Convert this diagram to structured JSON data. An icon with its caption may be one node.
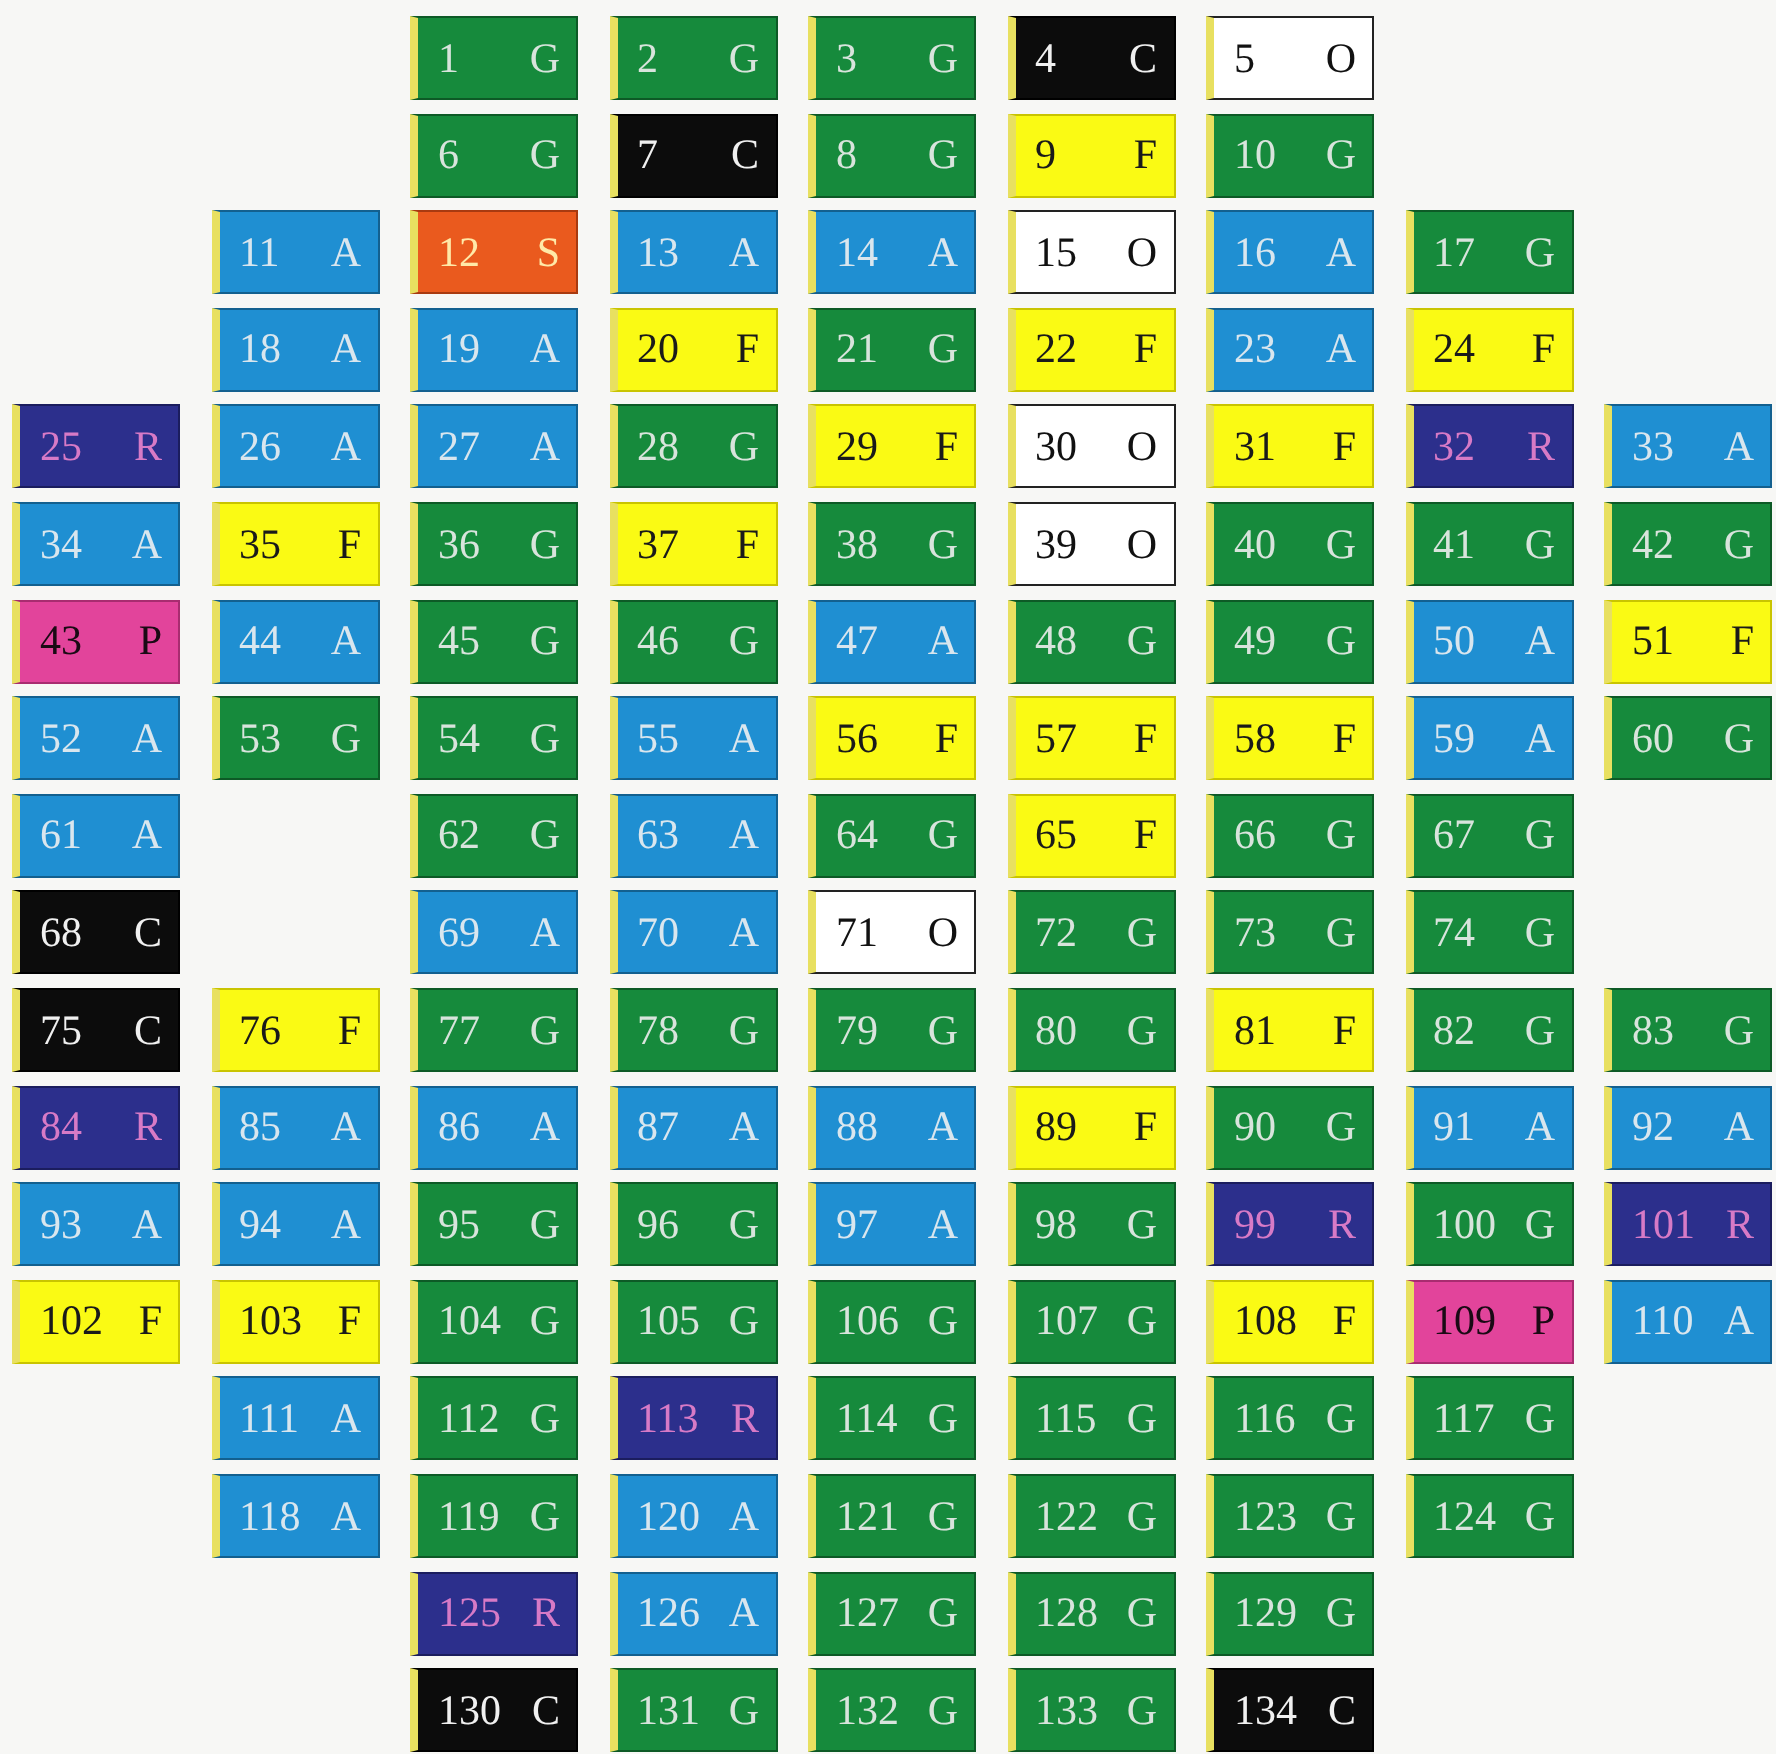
{
  "diagram": {
    "nodes": [
      {
        "text": [
          "1",
          "G"
        ]
      },
      {
        "text": [
          "2",
          "G"
        ]
      },
      {
        "text": [
          "3",
          "G"
        ]
      },
      {
        "text": [
          "4",
          "C"
        ]
      },
      {
        "text": [
          "5",
          "O"
        ]
      },
      {
        "text": [
          "6",
          "G"
        ]
      },
      {
        "text": [
          "7",
          "C"
        ]
      },
      {
        "text": [
          "8",
          "G"
        ]
      },
      {
        "text": [
          "9",
          "F"
        ]
      },
      {
        "text": [
          "10",
          "G"
        ]
      },
      {
        "text": [
          "11",
          "A"
        ]
      },
      {
        "text": [
          "12",
          "S"
        ]
      },
      {
        "text": [
          "13",
          "A"
        ]
      },
      {
        "text": [
          "14",
          "A"
        ]
      },
      {
        "text": [
          "15",
          "O"
        ]
      },
      {
        "text": [
          "16",
          "A"
        ]
      },
      {
        "text": [
          "17",
          "G"
        ]
      },
      {
        "text": [
          "18",
          "A"
        ]
      },
      {
        "text": [
          "19",
          "A"
        ]
      },
      {
        "text": [
          "20",
          "F"
        ]
      },
      {
        "text": [
          "21",
          "G"
        ]
      },
      {
        "text": [
          "22",
          "F"
        ]
      },
      {
        "text": [
          "23",
          "A"
        ]
      },
      {
        "text": [
          "24",
          "F"
        ]
      },
      {
        "text": [
          "25",
          "R"
        ]
      },
      {
        "text": [
          "26",
          "A"
        ]
      },
      {
        "text": [
          "27",
          "A"
        ]
      },
      {
        "text": [
          "28",
          "G"
        ]
      },
      {
        "text": [
          "29",
          "F"
        ]
      },
      {
        "text": [
          "30",
          "O"
        ]
      },
      {
        "text": [
          "31",
          "F"
        ]
      },
      {
        "text": [
          "32",
          "R"
        ]
      },
      {
        "text": [
          "33",
          "A"
        ]
      },
      {
        "text": [
          "34",
          "A"
        ]
      },
      {
        "text": [
          "35",
          "F"
        ]
      },
      {
        "text": [
          "36",
          "G"
        ]
      },
      {
        "text": [
          "37",
          "F"
        ]
      },
      {
        "text": [
          "38",
          "G"
        ]
      },
      {
        "text": [
          "39",
          "O"
        ]
      },
      {
        "text": [
          "40",
          "G"
        ]
      },
      {
        "text": [
          "41",
          "G"
        ]
      },
      {
        "text": [
          "42",
          "G"
        ]
      },
      {
        "text": [
          "43",
          "P"
        ]
      },
      {
        "text": [
          "44",
          "A"
        ]
      },
      {
        "text": [
          "45",
          "G"
        ]
      },
      {
        "text": [
          "46",
          "G"
        ]
      },
      {
        "text": [
          "47",
          "A"
        ]
      },
      {
        "text": [
          "48",
          "G"
        ]
      },
      {
        "text": [
          "49",
          "G"
        ]
      },
      {
        "text": [
          "50",
          "A"
        ]
      },
      {
        "text": [
          "51",
          "F"
        ]
      },
      {
        "text": [
          "52",
          "A"
        ]
      },
      {
        "text": [
          "53",
          "G"
        ]
      },
      {
        "text": [
          "54",
          "G"
        ]
      },
      {
        "text": [
          "55",
          "A"
        ]
      },
      {
        "text": [
          "56",
          "F"
        ]
      },
      {
        "text": [
          "57",
          "F"
        ]
      },
      {
        "text": [
          "58",
          "F"
        ]
      },
      {
        "text": [
          "59",
          "A"
        ]
      },
      {
        "text": [
          "60",
          "G"
        ]
      },
      {
        "text": [
          "61",
          "A"
        ]
      },
      {
        "text": [
          "62",
          "G"
        ]
      },
      {
        "text": [
          "63",
          "A"
        ]
      },
      {
        "text": [
          "64",
          "G"
        ]
      },
      {
        "text": [
          "65",
          "F"
        ]
      },
      {
        "text": [
          "66",
          "G"
        ]
      },
      {
        "text": [
          "67",
          "G"
        ]
      },
      {
        "text": [
          "68",
          "C"
        ]
      },
      {
        "text": [
          "69",
          "A"
        ]
      },
      {
        "text": [
          "70",
          "A"
        ]
      },
      {
        "text": [
          "71",
          "O"
        ]
      },
      {
        "text": [
          "72",
          "G"
        ]
      },
      {
        "text": [
          "73",
          "G"
        ]
      },
      {
        "text": [
          "74",
          "G"
        ]
      },
      {
        "text": [
          "75",
          "C"
        ]
      },
      {
        "text": [
          "76",
          "F"
        ]
      },
      {
        "text": [
          "77",
          "G"
        ]
      },
      {
        "text": [
          "78",
          "G"
        ]
      },
      {
        "text": [
          "79",
          "G"
        ]
      },
      {
        "text": [
          "80",
          "G"
        ]
      },
      {
        "text": [
          "81",
          "F"
        ]
      },
      {
        "text": [
          "82",
          "G"
        ]
      },
      {
        "text": [
          "83",
          "G"
        ]
      },
      {
        "text": [
          "84",
          "R"
        ]
      },
      {
        "text": [
          "85",
          "A"
        ]
      },
      {
        "text": [
          "86",
          "A"
        ]
      },
      {
        "text": [
          "87",
          "A"
        ]
      },
      {
        "text": [
          "88",
          "A"
        ]
      },
      {
        "text": [
          "89",
          "F"
        ]
      },
      {
        "text": [
          "90",
          "G"
        ]
      },
      {
        "text": [
          "91",
          "A"
        ]
      },
      {
        "text": [
          "92",
          "A"
        ]
      },
      {
        "text": [
          "93",
          "A"
        ]
      },
      {
        "text": [
          "94",
          "A"
        ]
      },
      {
        "text": [
          "95",
          "G"
        ]
      },
      {
        "text": [
          "96",
          "G"
        ]
      },
      {
        "text": [
          "97",
          "A"
        ]
      },
      {
        "text": [
          "98",
          "G"
        ]
      },
      {
        "text": [
          "99",
          "R"
        ]
      },
      {
        "text": [
          "100",
          "G"
        ]
      },
      {
        "text": [
          "101",
          "R"
        ]
      },
      {
        "text": [
          "102",
          "F"
        ]
      },
      {
        "text": [
          "103",
          "F"
        ]
      },
      {
        "text": [
          "104",
          "G"
        ]
      },
      {
        "text": [
          "105",
          "G"
        ]
      },
      {
        "text": [
          "106",
          "G"
        ]
      },
      {
        "text": [
          "107",
          "G"
        ]
      },
      {
        "text": [
          "108",
          "F"
        ]
      },
      {
        "text": [
          "109",
          "P"
        ]
      },
      {
        "text": [
          "110",
          "A"
        ]
      },
      {
        "text": [
          "111",
          "A"
        ]
      },
      {
        "text": [
          "112",
          "G"
        ]
      },
      {
        "text": [
          "113",
          "R"
        ]
      },
      {
        "text": [
          "114",
          "G"
        ]
      },
      {
        "text": [
          "115",
          "G"
        ]
      },
      {
        "text": [
          "116",
          "G"
        ]
      },
      {
        "text": [
          "117",
          "G"
        ]
      },
      {
        "text": [
          "118",
          "A"
        ]
      },
      {
        "text": [
          "119",
          "G"
        ]
      },
      {
        "text": [
          "120",
          "A"
        ]
      },
      {
        "text": [
          "121",
          "G"
        ]
      },
      {
        "text": [
          "122",
          "G"
        ]
      },
      {
        "text": [
          "123",
          "G"
        ]
      },
      {
        "text": [
          "124",
          "G"
        ]
      },
      {
        "text": [
          "125",
          "R"
        ]
      },
      {
        "text": [
          "126",
          "A"
        ]
      },
      {
        "text": [
          "127",
          "G"
        ]
      },
      {
        "text": [
          "128",
          "G"
        ]
      },
      {
        "text": [
          "129",
          "G"
        ]
      },
      {
        "text": [
          "130",
          "C"
        ]
      },
      {
        "text": [
          "131",
          "G"
        ]
      },
      {
        "text": [
          "132",
          "G"
        ]
      },
      {
        "text": [
          "133",
          "G"
        ]
      },
      {
        "text": [
          "134",
          "C"
        ]
      }
    ]
  }
}
